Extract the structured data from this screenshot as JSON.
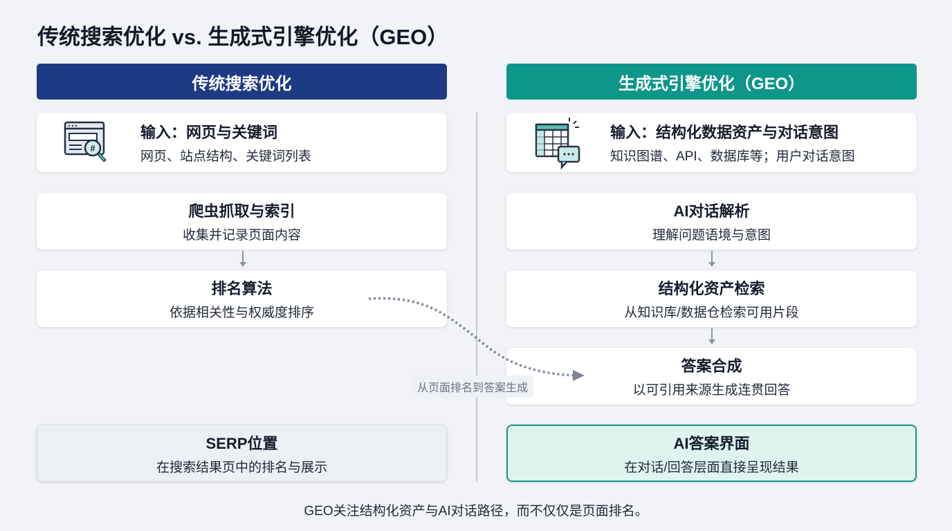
{
  "title": "传统搜索优化 vs. 生成式引擎优化（GEO）",
  "left": {
    "header": "传统搜索优化",
    "input": {
      "title": "输入：网页与关键词",
      "subtitle": "网页、站点结构、关键词列表",
      "icon": "webpage-search-icon"
    },
    "steps": [
      {
        "title": "爬虫抓取与索引",
        "subtitle": "收集并记录页面内容"
      },
      {
        "title": "排名算法",
        "subtitle": "依据相关性与权威度排序"
      }
    ],
    "output": {
      "title": "SERP位置",
      "subtitle": "在搜索结果页中的排名与展示"
    }
  },
  "right": {
    "header": "生成式引擎优化（GEO）",
    "input": {
      "title": "输入：结构化数据资产与对话意图",
      "subtitle": "知识图谱、API、数据库等；用户对话意图",
      "icon": "table-chat-icon"
    },
    "steps": [
      {
        "title": "AI对话解析",
        "subtitle": "理解问题语境与意图"
      },
      {
        "title": "结构化资产检索",
        "subtitle": "从知识库/数据仓检索可用片段"
      },
      {
        "title": "答案合成",
        "subtitle": "以可引用来源生成连贯回答"
      }
    ],
    "output": {
      "title": "AI答案界面",
      "subtitle": "在对话/回答层面直接呈现结果"
    }
  },
  "transition_label": "从页面排名到答案生成",
  "footer": "GEO关注结构化资产与AI对话路径，而不仅仅是页面排名。",
  "colors": {
    "left_header": "#1d3a84",
    "right_header": "#0f968a",
    "ai_bg": "#dff3ef"
  }
}
